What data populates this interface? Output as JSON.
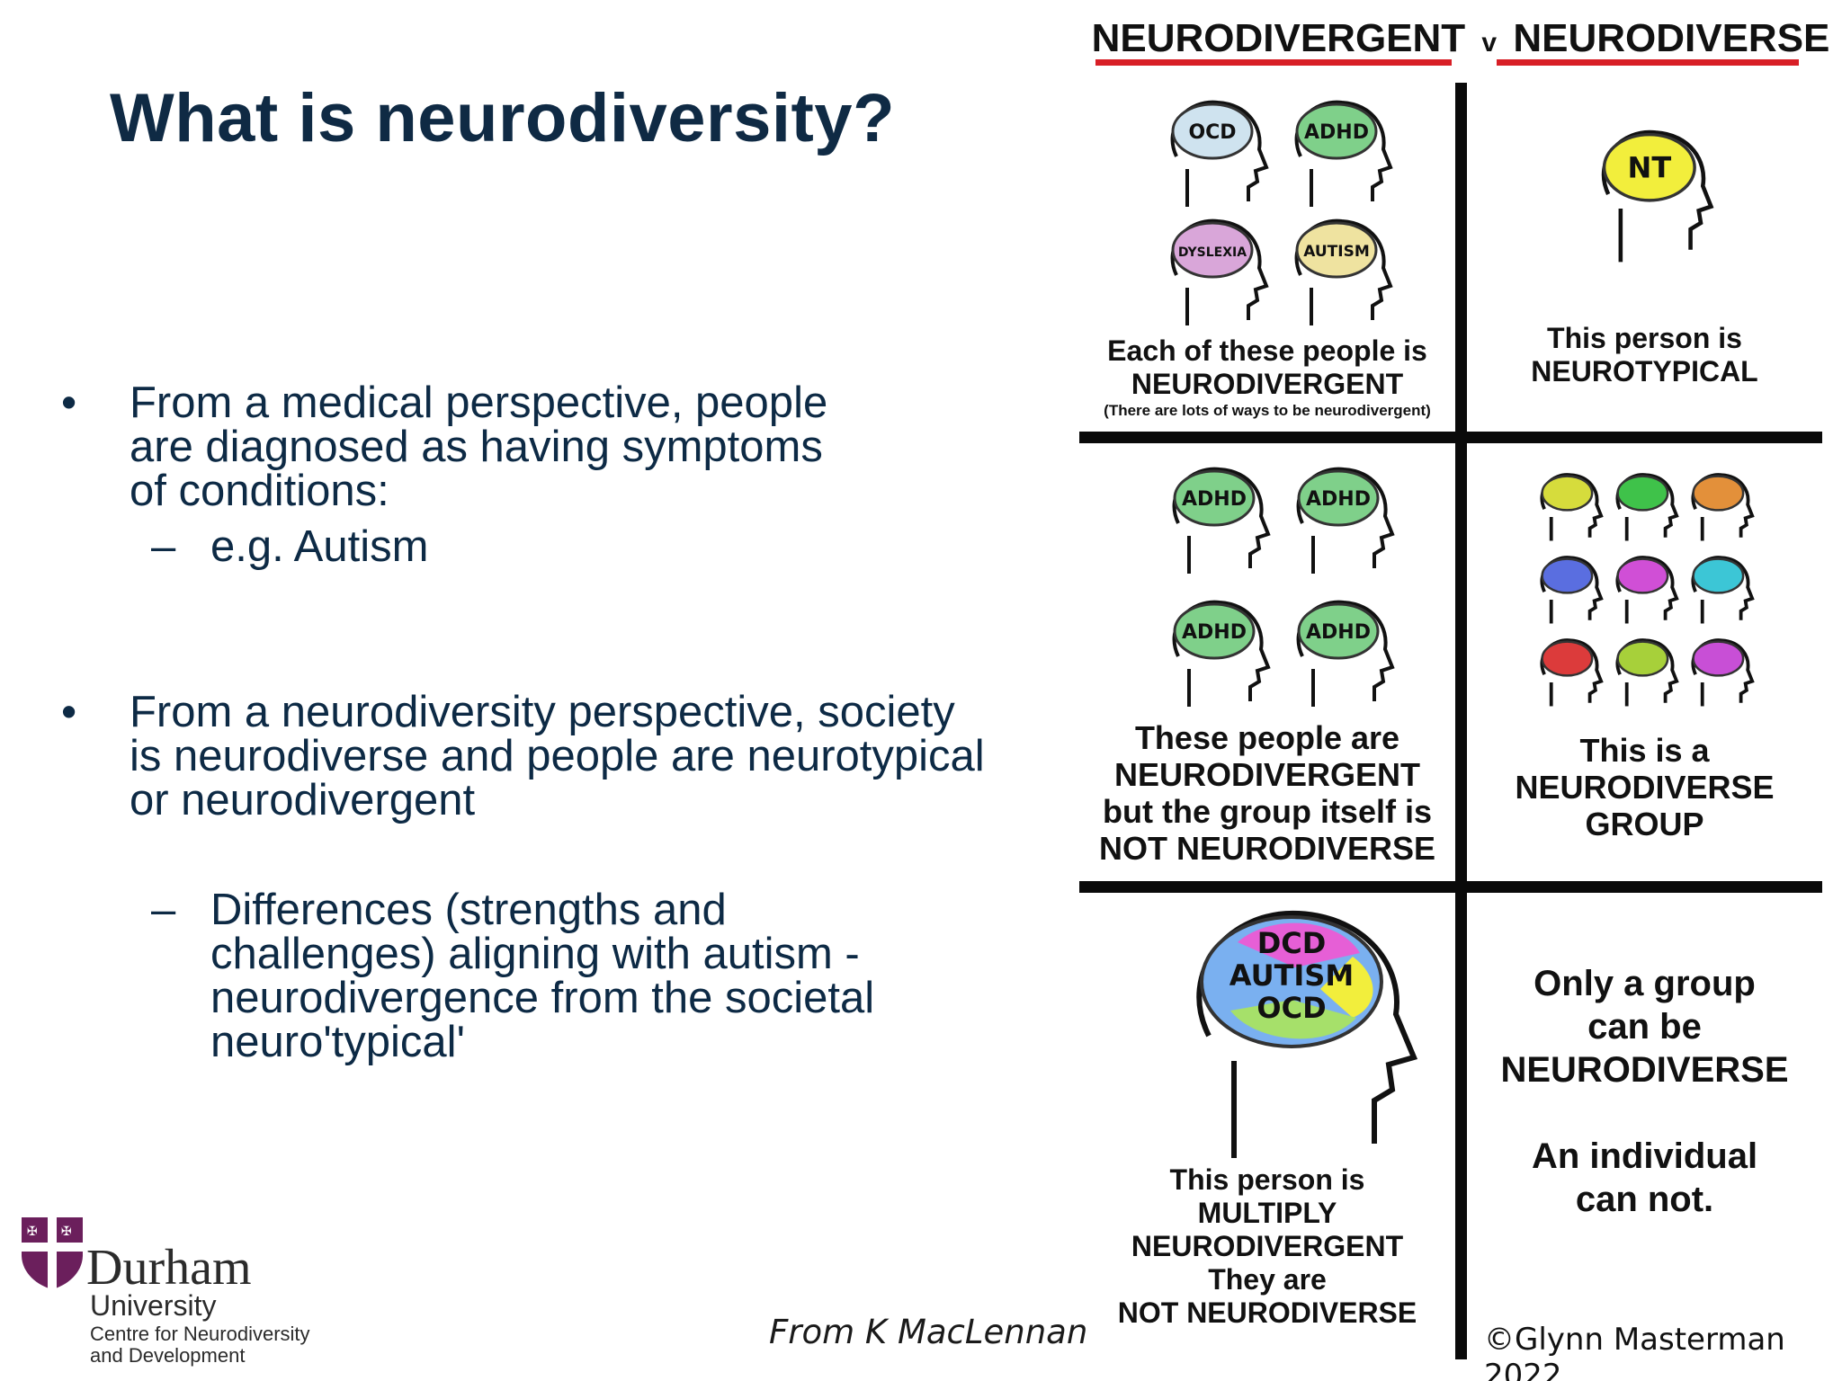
{
  "slide": {
    "title": "What is neurodiversity?",
    "bullets": [
      {
        "marker": "•",
        "lines": [
          "From a medical perspective, people",
          "are diagnosed as having symptoms",
          "of conditions:"
        ],
        "sub": {
          "marker": "–",
          "lines": [
            "e.g. Autism"
          ]
        }
      },
      {
        "marker": "•",
        "lines": [
          "From a neurodiversity perspective, society",
          "is neurodiverse and people are neurotypical",
          "or neurodivergent"
        ],
        "sub": {
          "marker": "–",
          "lines": [
            "Differences (strengths and",
            "challenges) aligning with autism -",
            "neurodivergence from the societal",
            "neuro'typical'"
          ]
        }
      }
    ],
    "logo": {
      "name": "Durham",
      "university": "University",
      "centre_lines": [
        "Centre for Neurodiversity",
        "and Development"
      ]
    },
    "credit": "From K MacLennan"
  },
  "infographic": {
    "title_left": "NEURODIVERGENT",
    "title_v": "v",
    "title_right": "NEURODIVERSE",
    "colors": {
      "underline": "#d81f26",
      "grid": "#0a0a0a"
    },
    "brains": {
      "ocd": "OCD",
      "adhd": "ADHD",
      "dyslexia": "DYSLEXIA",
      "autism": "AUTISM",
      "nt": "NT",
      "multi_top": "DCD",
      "multi_mid": "AUTISM",
      "multi_bottom": "OCD"
    },
    "cells": {
      "r1c1": {
        "lines": [
          "Each of these people is",
          "NEURODIVERGENT"
        ],
        "note": "(There are lots of ways to be neurodivergent)"
      },
      "r1c2": {
        "lines": [
          "This person is",
          "NEUROTYPICAL"
        ]
      },
      "r2c1": {
        "lines": [
          "These people are",
          "NEURODIVERGENT",
          "but the group itself is",
          "NOT NEURODIVERSE"
        ]
      },
      "r2c2": {
        "lines": [
          "This is a",
          "NEURODIVERSE",
          "GROUP"
        ]
      },
      "r3c1": {
        "lines": [
          "This person is",
          "MULTIPLY",
          "NEURODIVERGENT",
          "They are",
          "NOT NEURODIVERSE"
        ]
      },
      "r3c2": {
        "lines": [
          "Only a group",
          "can be",
          "NEURODIVERSE",
          "",
          "An individual",
          "can not."
        ]
      }
    },
    "copyright": "©Glynn Masterman 2022"
  }
}
